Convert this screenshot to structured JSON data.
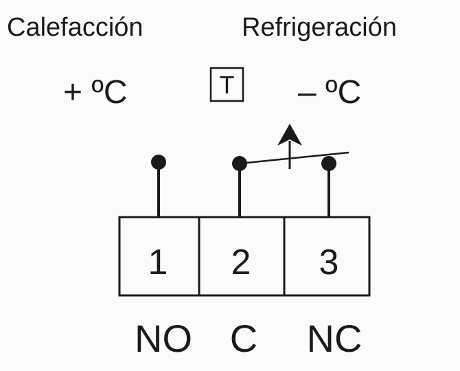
{
  "labels": {
    "heating": "Calefacción",
    "cooling": "Refrigeración",
    "plus_temp": "+ ºC",
    "thermostat_symbol": "T",
    "minus_temp": "– ºC"
  },
  "terminals": [
    {
      "number": "1",
      "label": "NO"
    },
    {
      "number": "2",
      "label": "C"
    },
    {
      "number": "3",
      "label": "NC"
    }
  ],
  "colors": {
    "ink": "#1a1a1a",
    "background": "#fbfbfb"
  }
}
